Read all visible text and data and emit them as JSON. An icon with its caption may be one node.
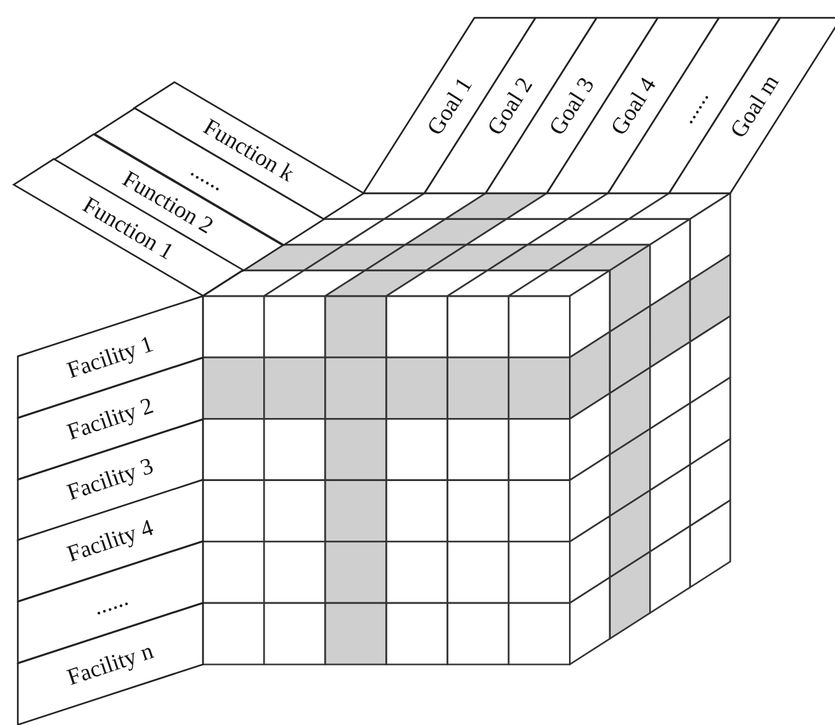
{
  "diagram": {
    "nodes": [
      {
        "text": [
          "Function k"
        ]
      },
      {
        "text": [
          "......"
        ]
      },
      {
        "text": [
          "Function 2"
        ]
      },
      {
        "text": [
          "Function 1"
        ]
      },
      {
        "text": [
          "Goal 1"
        ]
      },
      {
        "text": [
          "Goal 2"
        ]
      },
      {
        "text": [
          "Goal 3"
        ]
      },
      {
        "text": [
          "Goal 4"
        ]
      },
      {
        "text": [
          "......"
        ]
      },
      {
        "text": [
          "Goal m"
        ]
      },
      {
        "text": [
          "Facility 1"
        ]
      },
      {
        "text": [
          "Facility 2"
        ]
      },
      {
        "text": [
          "Facility 3"
        ]
      },
      {
        "text": [
          "Facility 4"
        ]
      },
      {
        "text": [
          "......"
        ]
      },
      {
        "text": [
          "Facility n"
        ]
      }
    ]
  }
}
